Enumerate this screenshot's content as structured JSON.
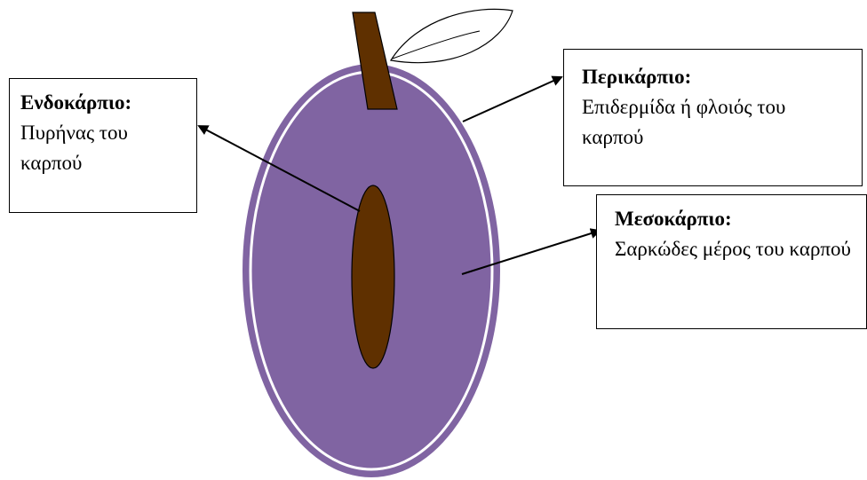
{
  "diagram": {
    "colors": {
      "fruit_flesh": "#8064a2",
      "fruit_outline": "#ffffff",
      "pit": "#5f3000",
      "stem": "#5f3000",
      "leaf": "#ffffff",
      "arrow": "#000000"
    },
    "labels": {
      "endocarp": {
        "title": "Ενδοκάρπιο:",
        "description": "Πυρήνας του καρπού"
      },
      "pericarp": {
        "title": "Περικάρπιο:",
        "description": "Επιδερμίδα ή φλοιός του καρπού"
      },
      "mesocarp": {
        "title": "Μεσοκάρπιο:",
        "description": "Σαρκώδες μέρος του καρπού"
      }
    }
  }
}
